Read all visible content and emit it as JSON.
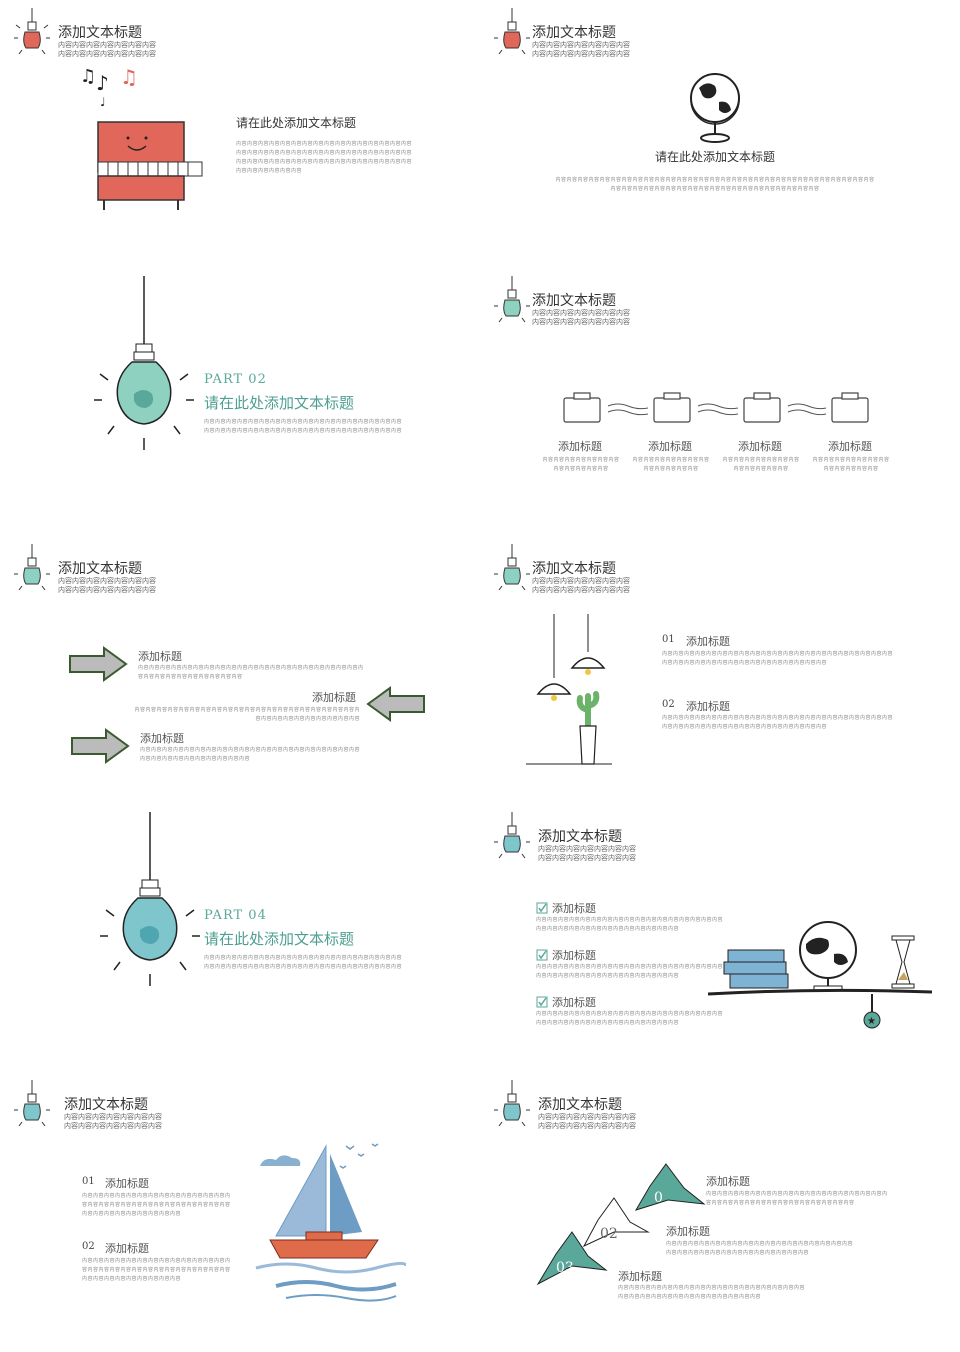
{
  "header": {
    "title": "添加文本标题",
    "body": "内容内容内容内容内容内容内容内容内容内容内容内容内容内容"
  },
  "filler": {
    "long": "内容内容内容内容内容内容内容内容内容内容内容内容内容内容内容内容内容内容",
    "short": "内容内容内容内容内容内容内容内容",
    "mid": "内容内容内容内容内容内容内容内容内容内容内容内容",
    "tiny": "内容内容"
  },
  "slide1": {
    "title": "请在此处添加文本标题"
  },
  "slide2": {
    "title": "请在此处添加文本标题"
  },
  "slide3": {
    "part": "PART  02",
    "title": "请在此处添加文本标题"
  },
  "slide4": {
    "labels": [
      "添加标题",
      "添加标题",
      "添加标题",
      "添加标题"
    ]
  },
  "slide5": {
    "labels": [
      "添加标题",
      "添加标题",
      "添加标题"
    ]
  },
  "slide6": {
    "items": [
      {
        "num": "01",
        "label": "添加标题"
      },
      {
        "num": "02",
        "label": "添加标题"
      }
    ]
  },
  "slide7": {
    "part": "PART  04",
    "title": "请在此处添加文本标题"
  },
  "slide8": {
    "labels": [
      "添加标题",
      "添加标题",
      "添加标题"
    ]
  },
  "slide9": {
    "items": [
      {
        "num": "01",
        "label": "添加标题"
      },
      {
        "num": "02",
        "label": "添加标题"
      }
    ]
  },
  "slide10": {
    "labels": [
      "添加标题",
      "添加标题",
      "添加标题"
    ],
    "nums": [
      "0",
      "02",
      "03"
    ]
  },
  "colors": {
    "teal": "#5aa89a",
    "lightTeal": "#8ed1c0",
    "red": "#e0675a",
    "blue": "#6d9cc4"
  }
}
